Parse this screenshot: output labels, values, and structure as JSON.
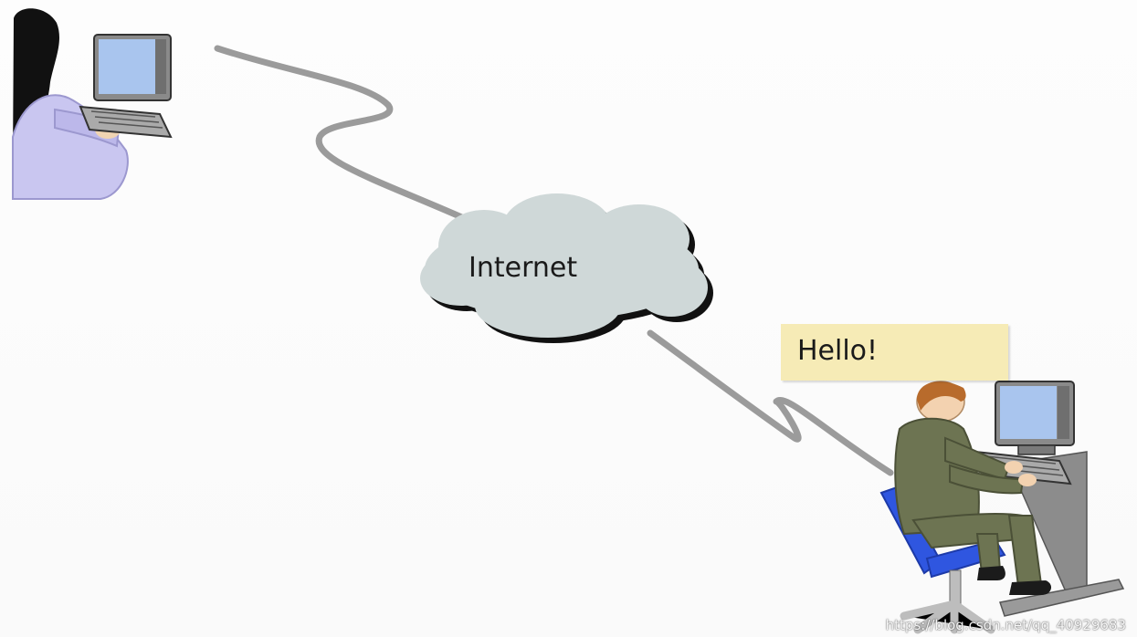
{
  "network": {
    "cloud_label": "Internet"
  },
  "message": {
    "text": "Hello!"
  },
  "footer": {
    "watermark": "https://blog.csdn.net/qq_40929683"
  },
  "colors": {
    "cloud_fill": "#cfd8d8",
    "cable": "#999999",
    "bubble": "#f6ebb6",
    "sender_shirt": "#c9c6f0",
    "receiver_suit": "#6d7452",
    "chair": "#2f56e0"
  },
  "icons": [
    "sender-person-icon",
    "sender-computer-icon",
    "internet-cloud-icon",
    "receiver-person-icon",
    "receiver-computer-icon",
    "office-chair-icon"
  ]
}
